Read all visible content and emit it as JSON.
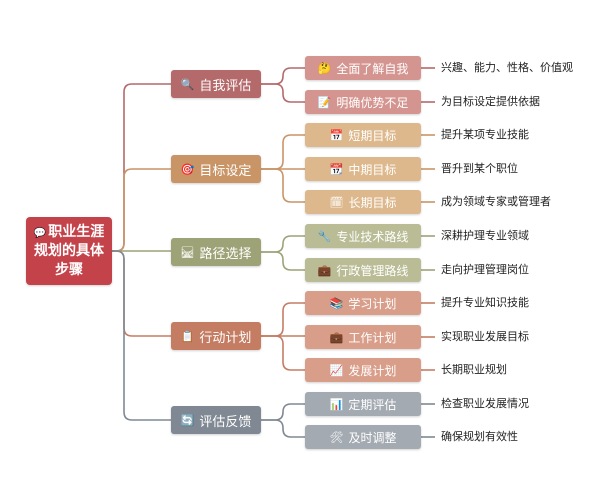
{
  "root": {
    "icon": "💬",
    "label": "职业生涯规划的具体步骤"
  },
  "branches": [
    {
      "icon": "🔍",
      "label": "自我评估",
      "color": "#b4696b",
      "child_color": "#d4948f",
      "children": [
        {
          "icon": "🤔",
          "label": "全面了解自我",
          "desc": "兴趣、能力、性格、价值观"
        },
        {
          "icon": "📝",
          "label": "明确优势不足",
          "desc": "为目标设定提供依据"
        }
      ]
    },
    {
      "icon": "🎯",
      "label": "目标设定",
      "color": "#c99466",
      "child_color": "#ddb88c",
      "children": [
        {
          "icon": "📅",
          "label": "短期目标",
          "desc": "提升某项专业技能"
        },
        {
          "icon": "📆",
          "label": "中期目标",
          "desc": "晋升到某个职位"
        },
        {
          "icon": "🗓",
          "label": "长期目标",
          "desc": "成为领域专家或管理者"
        }
      ]
    },
    {
      "icon": "🛤",
      "label": "路径选择",
      "color": "#9ea277",
      "child_color": "#b9bc95",
      "children": [
        {
          "icon": "🔧",
          "label": "专业技术路线",
          "desc": "深耕护理专业领域"
        },
        {
          "icon": "💼",
          "label": "行政管理路线",
          "desc": "走向护理管理岗位"
        }
      ]
    },
    {
      "icon": "📋",
      "label": "行动计划",
      "color": "#c47d63",
      "child_color": "#d99e8a",
      "children": [
        {
          "icon": "📚",
          "label": "学习计划",
          "desc": "提升专业知识技能"
        },
        {
          "icon": "💼",
          "label": "工作计划",
          "desc": "实现职业发展目标"
        },
        {
          "icon": "📈",
          "label": "发展计划",
          "desc": "长期职业规划"
        }
      ]
    },
    {
      "icon": "🔄",
      "label": "评估反馈",
      "color": "#7f8893",
      "child_color": "#a3aab2",
      "children": [
        {
          "icon": "📊",
          "label": "定期评估",
          "desc": "检查职业发展情况"
        },
        {
          "icon": "🛠",
          "label": "及时调整",
          "desc": "确保规划有效性"
        }
      ]
    }
  ]
}
